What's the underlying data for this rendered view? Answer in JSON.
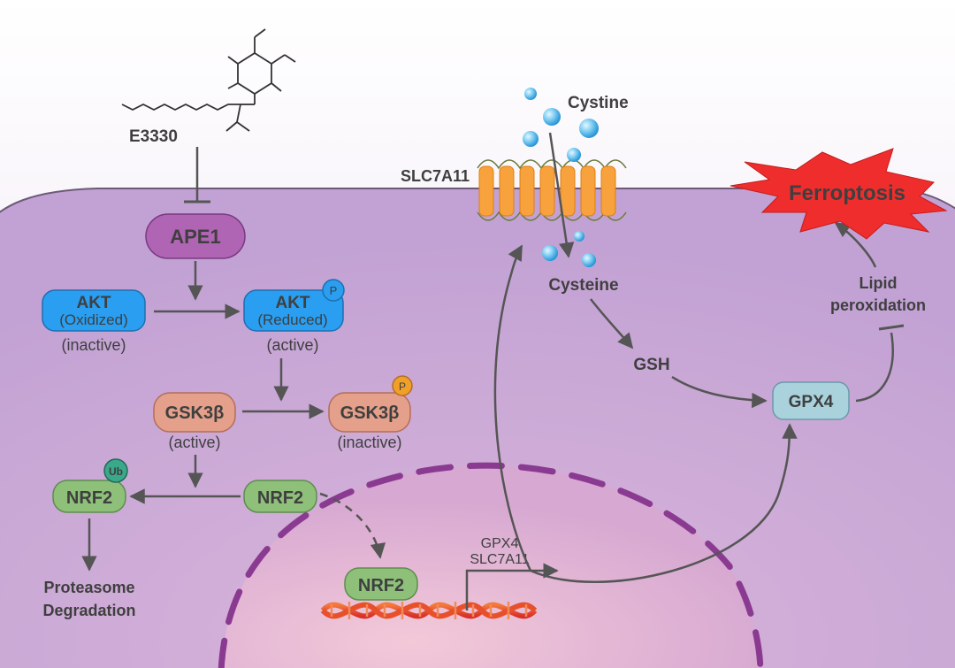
{
  "drug": {
    "name": "E3330"
  },
  "transporter": {
    "name": "SLC7A11"
  },
  "metabolites": {
    "cystine": "Cystine",
    "cysteine": "Cysteine",
    "gsh": "GSH"
  },
  "ape1": {
    "label": "APE1"
  },
  "akt_oxidized": {
    "label": "AKT",
    "sublabel": "(Oxidized)",
    "state": "(inactive)"
  },
  "akt_reduced": {
    "label": "AKT",
    "sublabel": "(Reduced)",
    "state": "(active)",
    "badge": "P"
  },
  "gsk_active": {
    "label": "GSK3β",
    "state": "(active)"
  },
  "gsk_inactive": {
    "label": "GSK3β",
    "state": "(inactive)",
    "badge": "P"
  },
  "nrf2_ub": {
    "label": "NRF2",
    "badge": "Ub"
  },
  "nrf2_cyto": {
    "label": "NRF2"
  },
  "nrf2_nucleus": {
    "label": "NRF2"
  },
  "degradation": {
    "line1": "Proteasome",
    "line2": "Degradation"
  },
  "gene_targets": {
    "line1": "GPX4",
    "line2": "SLC7A11"
  },
  "gpx4": {
    "label": "GPX4"
  },
  "lipid": {
    "line1": "Lipid",
    "line2": "peroxidation"
  },
  "ferroptosis": {
    "label": "Ferroptosis"
  },
  "colors": {
    "cytoplasm": "#c3a3d5",
    "background": "#f6f1f8",
    "ape1": "#b064b4",
    "akt": "#2a9ef0",
    "gsk": "#e4a08a",
    "nrf2": "#8ec07a",
    "gpx4": "#a9d2dd",
    "transporter": "#f7a23c",
    "ferroptosis": "#ef2d2d",
    "nucleus_border": "#8a3a90",
    "dna": "#e8502a"
  }
}
